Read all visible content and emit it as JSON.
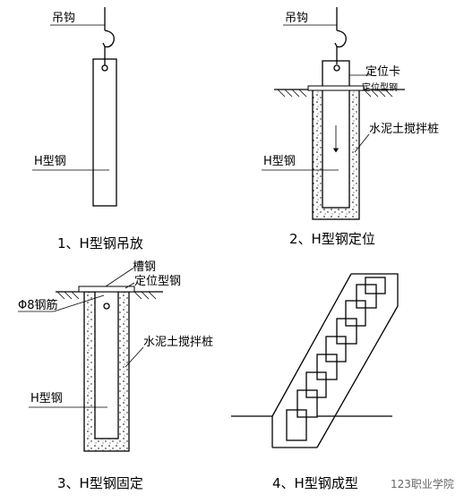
{
  "panel1": {
    "hook_label": "吊钩",
    "steel_label": "H型钢",
    "caption": "1、H型钢吊放"
  },
  "panel2": {
    "hook_label": "吊钩",
    "clamp_label": "定位卡",
    "pos_steel_label": "定位型钢",
    "pile_label": "水泥土搅拌桩",
    "steel_label": "H型钢",
    "caption": "2、H型钢定位"
  },
  "panel3": {
    "channel_label": "槽钢",
    "pos_steel_label": "定位型钢",
    "rebar_label": "Φ8钢筋",
    "pile_label": "水泥土搅拌桩",
    "steel_label": "H型钢",
    "caption": "3、H型钢固定"
  },
  "panel4": {
    "caption": "4、H型钢成型"
  },
  "watermark": "123职业学院"
}
